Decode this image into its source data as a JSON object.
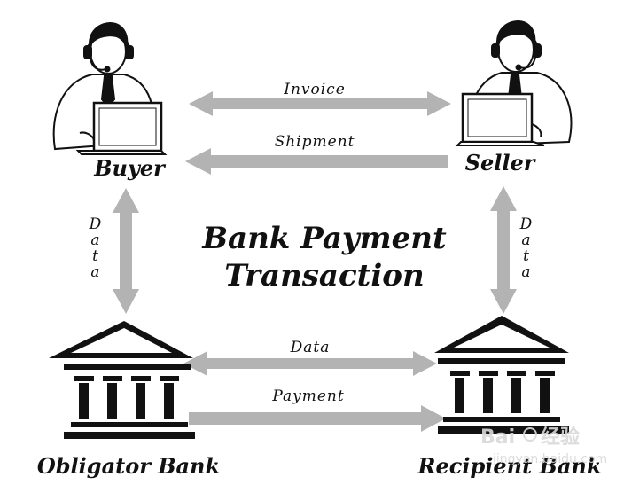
{
  "diagram": {
    "title_line1": "Bank Payment",
    "title_line2": "Transaction",
    "nodes": {
      "buyer": "Buyer",
      "seller": "Seller",
      "obligator_bank": "Obligator Bank",
      "recipient_bank": "Recipient Bank"
    },
    "edges": {
      "invoice": "Invoice",
      "shipment": "Shipment",
      "data_left": [
        "D",
        "a",
        "t",
        "a"
      ],
      "data_right": [
        "D",
        "a",
        "t",
        "a"
      ],
      "bank_data": "Data",
      "payment": "Payment"
    },
    "colors": {
      "arrow": "#b3b3b3",
      "ink": "#111111"
    },
    "icons": [
      "person-headset-laptop-icon",
      "bank-building-icon"
    ]
  },
  "watermark": {
    "brand": "Bai",
    "brand2": "经验",
    "url": "jingyan.baidu.com"
  }
}
